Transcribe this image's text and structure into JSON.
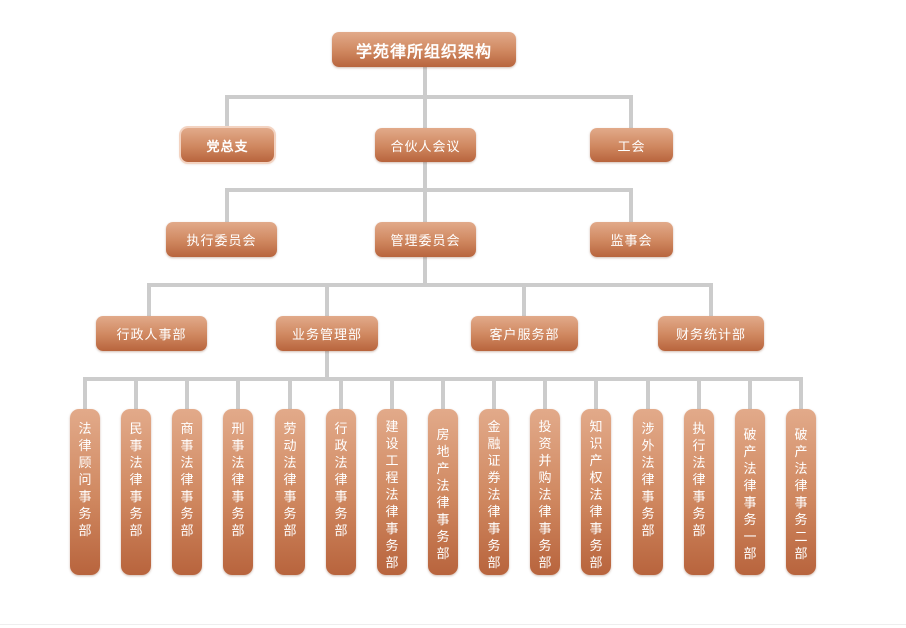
{
  "root": {
    "label": "学苑律所组织架构"
  },
  "level1": [
    {
      "id": "party",
      "label": "党总支"
    },
    {
      "id": "partners",
      "label": "合伙人会议"
    },
    {
      "id": "union",
      "label": "工会"
    }
  ],
  "level2": [
    {
      "id": "executive",
      "label": "执行委员会"
    },
    {
      "id": "management",
      "label": "管理委员会"
    },
    {
      "id": "supervisory",
      "label": "监事会"
    }
  ],
  "level3": [
    {
      "id": "admin-hr",
      "label": "行政人事部"
    },
    {
      "id": "business-mgmt",
      "label": "业务管理部"
    },
    {
      "id": "client-service",
      "label": "客户服务部"
    },
    {
      "id": "finance-stats",
      "label": "财务统计部"
    }
  ],
  "level4": [
    {
      "id": "legal-counsel",
      "label": "法律顾问事务部"
    },
    {
      "id": "civil",
      "label": "民事法律事务部"
    },
    {
      "id": "commercial",
      "label": "商事法律事务部"
    },
    {
      "id": "criminal",
      "label": "刑事法律事务部"
    },
    {
      "id": "labor",
      "label": "劳动法律事务部"
    },
    {
      "id": "administrative",
      "label": "行政法律事务部"
    },
    {
      "id": "construction",
      "label": "建设工程法律事务部"
    },
    {
      "id": "real-estate",
      "label": "房地产法律事务部"
    },
    {
      "id": "securities",
      "label": "金融证券法律事务部"
    },
    {
      "id": "mna",
      "label": "投资并购法律事务部"
    },
    {
      "id": "ip",
      "label": "知识产权法律事务部"
    },
    {
      "id": "foreign",
      "label": "涉外法律事务部"
    },
    {
      "id": "enforcement",
      "label": "执行法律事务部"
    },
    {
      "id": "bankruptcy-1",
      "label": "破产法律事务一部"
    },
    {
      "id": "bankruptcy-2",
      "label": "破产法律事务二部"
    }
  ]
}
